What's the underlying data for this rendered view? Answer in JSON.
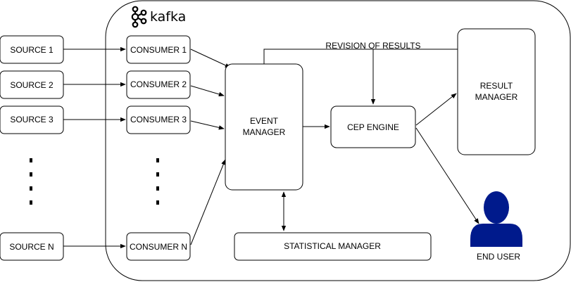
{
  "brand": {
    "name": "kafka",
    "logo_icon": "kafka-logo-icon"
  },
  "sources": [
    "SOURCE 1",
    "SOURCE 2",
    "SOURCE 3",
    "SOURCE N"
  ],
  "consumers": [
    "CONSUMER 1",
    "CONSUMER 2",
    "CONSUMER 3",
    "CONSUMER N"
  ],
  "event_manager": {
    "line1": "EVENT",
    "line2": "MANAGER"
  },
  "cep_engine": "CEP ENGINE",
  "result_manager": {
    "line1": "RESULT",
    "line2": "MANAGER"
  },
  "revision_label": "REVISION OF RESULTS",
  "statistical_manager": "STATISTICAL MANAGER",
  "end_user": {
    "label": "END USER",
    "icon": "user-icon",
    "color": "#001a8c"
  }
}
